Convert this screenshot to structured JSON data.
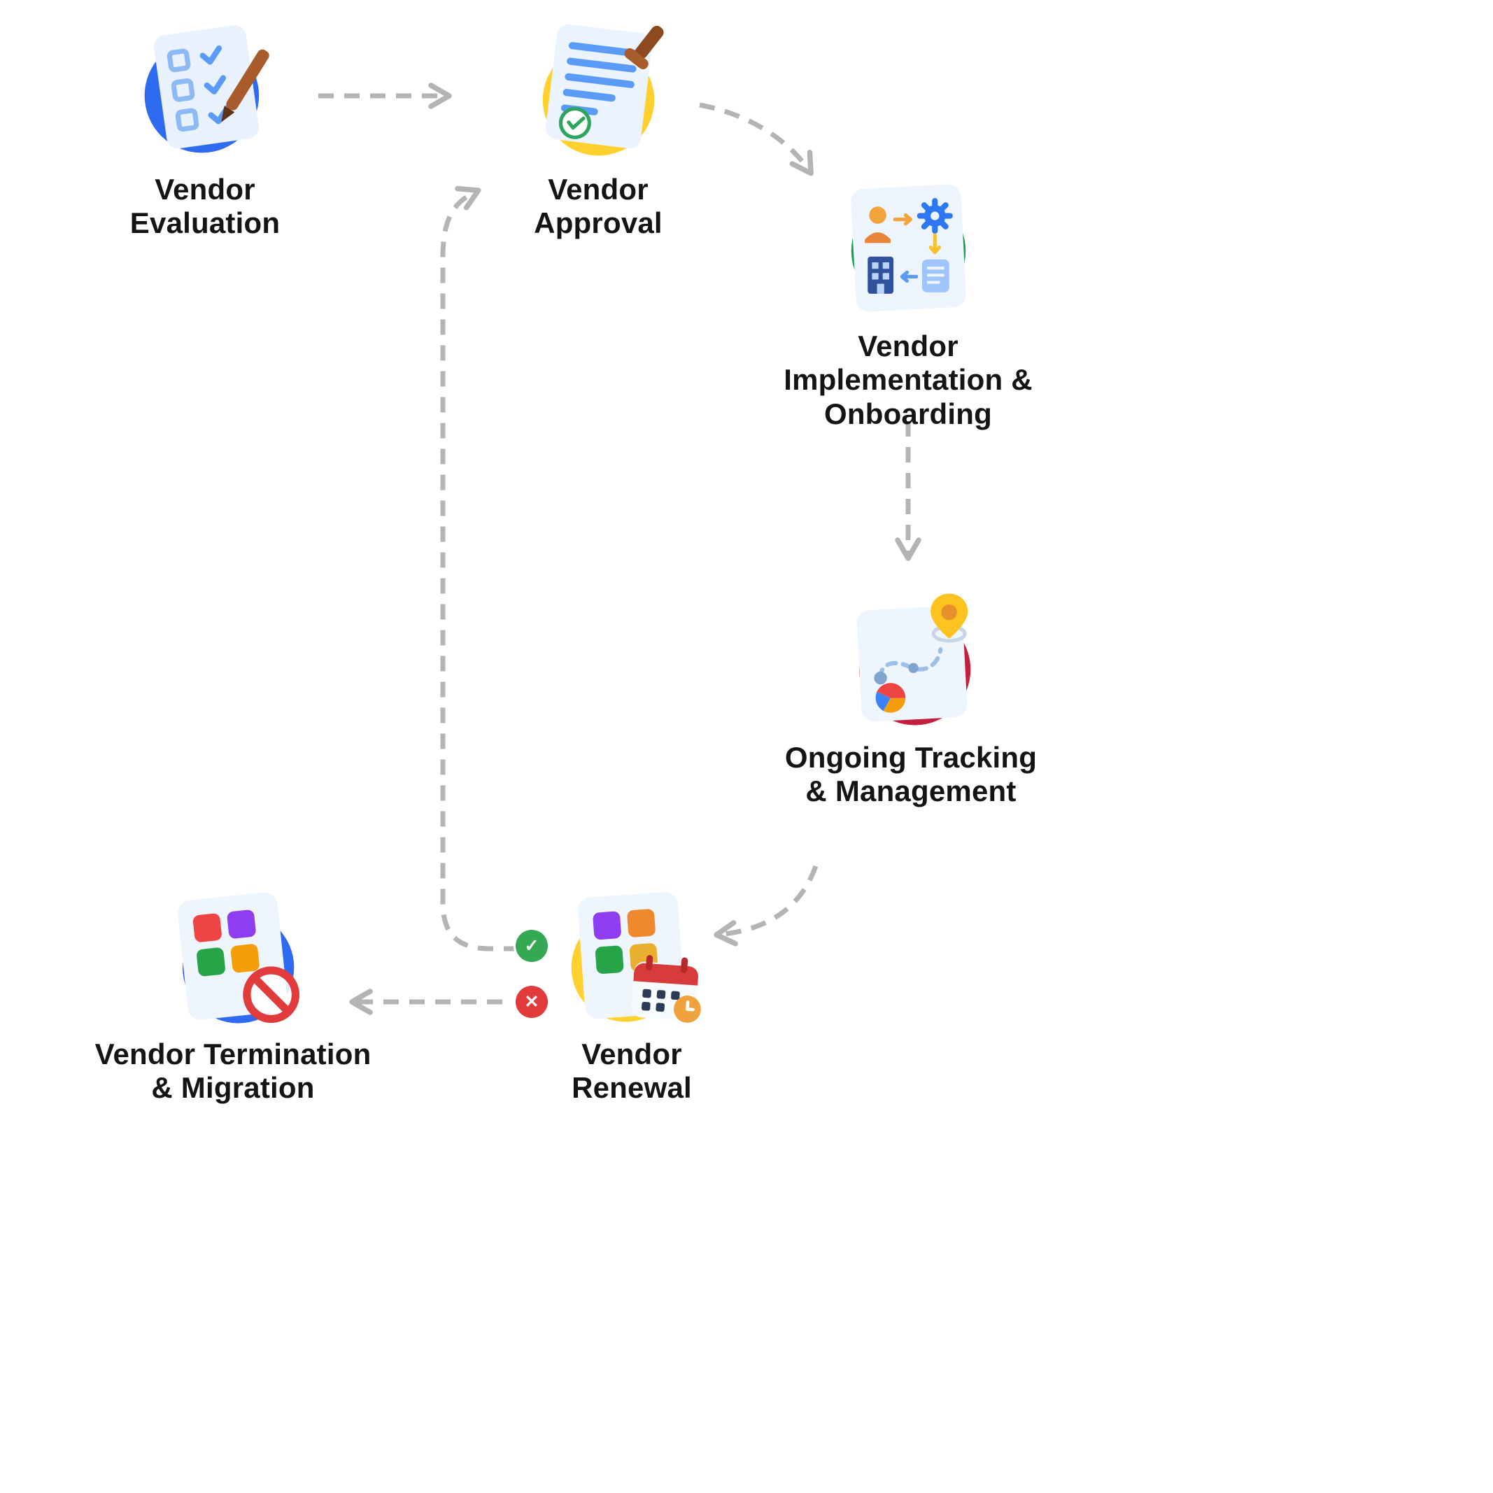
{
  "palette": {
    "arrow_gray": "#b4b4b4",
    "label_text": "#141414",
    "approve_green": "#34a853",
    "reject_red": "#e23b3b",
    "accent_blue": "#2f6bf0",
    "accent_yellow": "#ffd02e",
    "accent_green": "#17a04b",
    "accent_red": "#c41f3e"
  },
  "nodes": [
    {
      "id": "vendor-evaluation",
      "label": "Vendor\nEvaluation"
    },
    {
      "id": "vendor-approval",
      "label": "Vendor\nApproval"
    },
    {
      "id": "vendor-implementation-onboarding",
      "label": "Vendor\nImplementation &\nOnboarding"
    },
    {
      "id": "ongoing-tracking-management",
      "label": "Ongoing Tracking\n& Management"
    },
    {
      "id": "vendor-renewal",
      "label": "Vendor\nRenewal"
    },
    {
      "id": "vendor-termination-migration",
      "label": "Vendor Termination\n& Migration"
    }
  ],
  "decision_badges": {
    "approve": "✓",
    "reject": "✕"
  }
}
